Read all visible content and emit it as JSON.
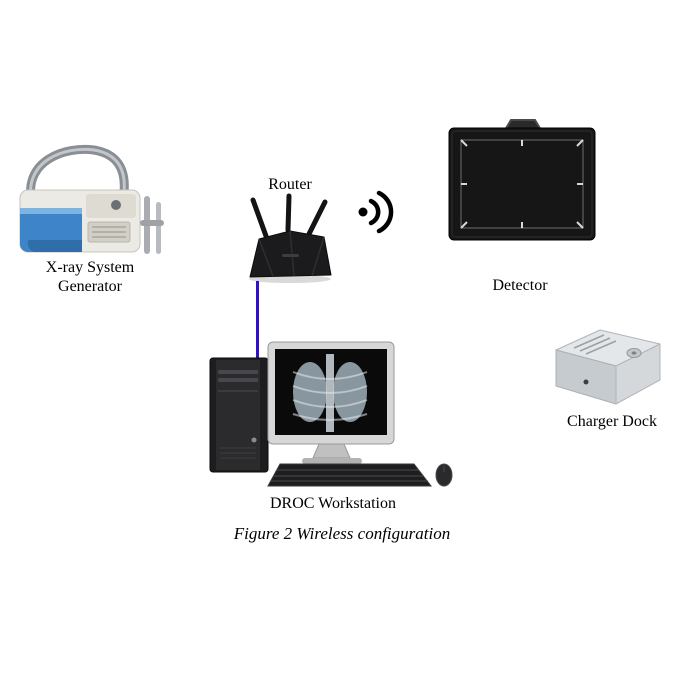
{
  "page": {
    "caption": "Figure 2 Wireless configuration"
  },
  "labels": {
    "generator_line1": "X-ray System",
    "generator_line2": "Generator",
    "router": "Router",
    "detector": "Detector",
    "workstation": "DROC Workstation",
    "charger": "Charger Dock"
  },
  "icons": {
    "wireless": "wifi-signal-icon"
  },
  "colors": {
    "connection_line": "#3311cc",
    "detector_body": "#161616",
    "generator_blue": "#3d85c8",
    "router_body": "#1b1b1d"
  }
}
